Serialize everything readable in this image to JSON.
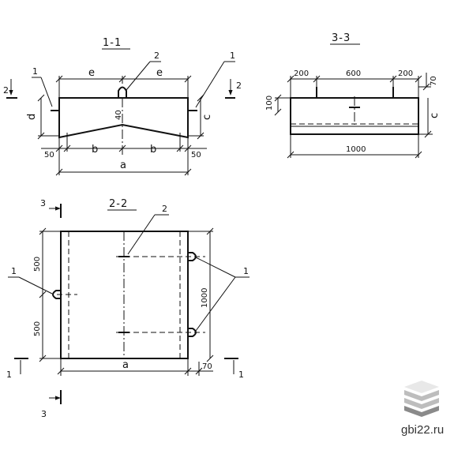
{
  "sections": {
    "s11": {
      "title": "1-1"
    },
    "s33": {
      "title": "3-3"
    },
    "s22": {
      "title": "2-2"
    }
  },
  "labels": {
    "a": "a",
    "b": "b",
    "c": "c",
    "d": "d",
    "e": "e",
    "n1": "1",
    "n2": "2",
    "n3": "3"
  },
  "dims": {
    "d50": "50",
    "d40": "40",
    "d200": "200",
    "d600": "600",
    "d70": "70",
    "d100": "100",
    "d1000": "1000",
    "d500": "500"
  },
  "watermark": {
    "site": "gbi22.ru",
    "colors": {
      "top": "#e8e8e8",
      "mid": "#bdbdbd",
      "bottom": "#8a8a8a"
    }
  }
}
